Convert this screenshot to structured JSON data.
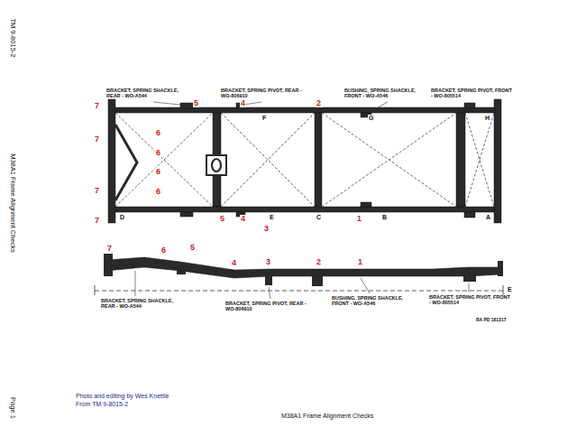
{
  "diagram": {
    "labels": [
      "TM 9-8015-2",
      "M38A1 Frame Alignment Checks",
      "Page 1",
      "BRACKET, SPRING SHACKLE, REAR - WO-A544",
      "BRACKET, SPRING PIVOT, REAR - WO-806910",
      "BUSHING, SPRING SHACKLE, FRONT - WO-A546",
      "BRACKET, SPRING PIVOT, FRONT - WO-805514",
      "7",
      "5",
      "4",
      "2",
      "H",
      "F",
      "G",
      "7",
      "6",
      "6",
      "6",
      "6",
      "7",
      "7",
      "D",
      "5",
      "4",
      "E",
      "3",
      "C",
      "1",
      "B",
      "A",
      "7",
      "6",
      "5",
      "4",
      "3",
      "2",
      "1",
      "E",
      "BRACKET, SPRING SHACKLE, REAR - WO-A544",
      "BRACKET, SPRING PIVOT, REAR - WO-806910",
      "BUSHING, SPRING SHACKLE, FRONT - WO-A546",
      "BRACKET, SPRING PIVOT, FRONT - WO-805514",
      "RA PD 181317",
      "Photo and editing by Wes Knettle",
      "From TM 9-8015-2",
      "M38A1 Frame Alignment Checks"
    ]
  }
}
